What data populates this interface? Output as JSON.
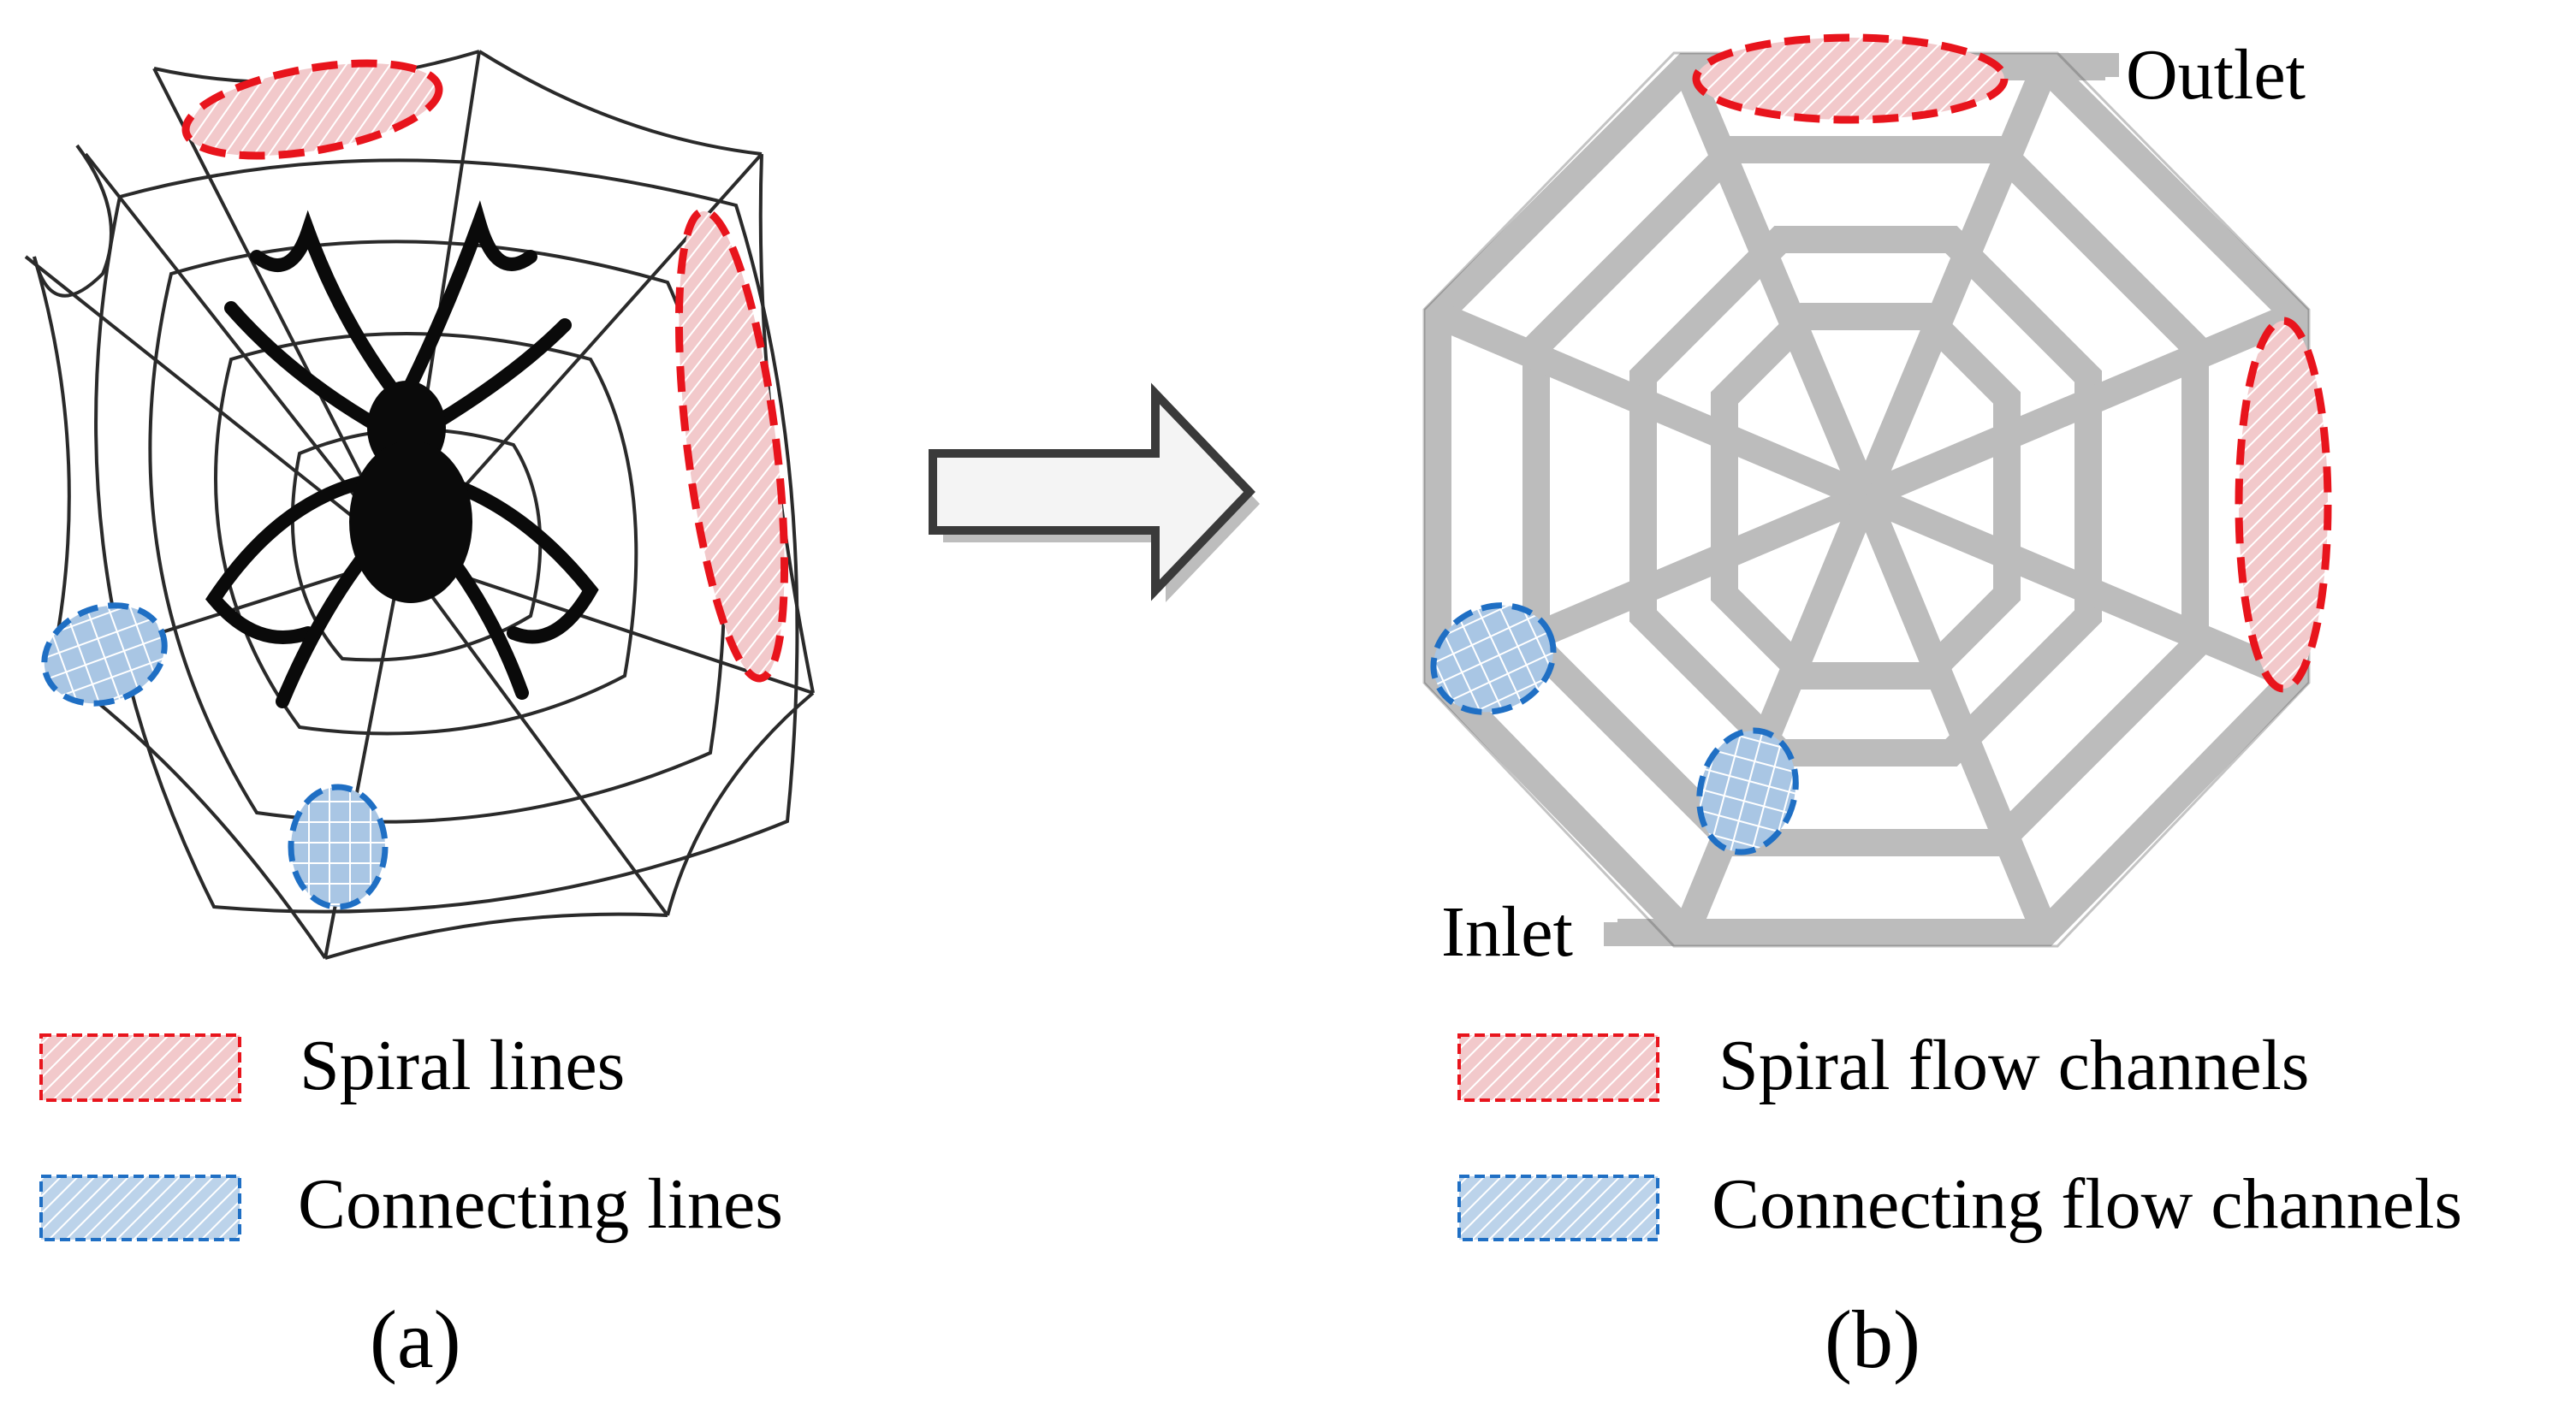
{
  "panels": [
    {
      "id": "a",
      "label": "(a)",
      "legend": [
        {
          "text": "Spiral lines",
          "style": "red"
        },
        {
          "text": "Connecting lines",
          "style": "blue"
        }
      ]
    },
    {
      "id": "b",
      "label": "(b)",
      "ports": {
        "outlet": "Outlet",
        "inlet": "Inlet"
      },
      "legend": [
        {
          "text": "Spiral flow channels",
          "style": "red"
        },
        {
          "text": "Connecting flow channels",
          "style": "blue"
        }
      ]
    }
  ],
  "colors": {
    "spiral_highlight": "#e8141c",
    "connecting_highlight": "#1f6fc4",
    "channel_gray": "#bcbcbc",
    "web_line": "#2a2a2a",
    "spider": "#0a0a0a"
  },
  "icons": [
    "spider-icon",
    "right-arrow-icon"
  ]
}
